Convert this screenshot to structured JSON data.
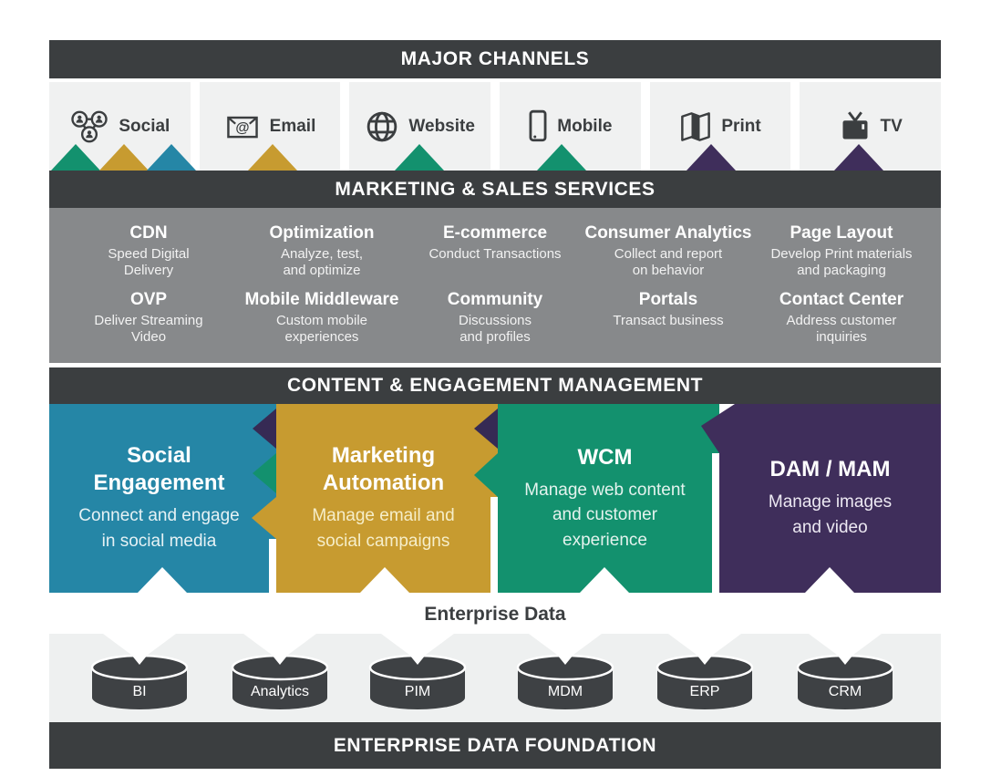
{
  "palette": {
    "charcoal": "#3b3e40",
    "panel_gray": "#87898b",
    "tile_gray": "#f0f1f1",
    "band_gray": "#eef0f0",
    "cylinder": "#3e4144",
    "white": "#ffffff",
    "green": "#13916e",
    "gold": "#c79b30",
    "blue": "#2586a6",
    "purple": "#3f2e5b",
    "accent_purple": "#362a54"
  },
  "channels": {
    "title": "MAJOR CHANNELS",
    "items": [
      {
        "label": "Social",
        "icon": "social-icon",
        "triangles": [
          "#13916e",
          "#c79b30",
          "#2586a6"
        ]
      },
      {
        "label": "Email",
        "icon": "email-icon",
        "triangles": [
          "#c79b30"
        ]
      },
      {
        "label": "Website",
        "icon": "website-icon",
        "triangles": [
          "#13916e"
        ]
      },
      {
        "label": "Mobile",
        "icon": "mobile-icon",
        "triangles": [
          "#13916e"
        ]
      },
      {
        "label": "Print",
        "icon": "print-icon",
        "triangles": [
          "#3f2e5b"
        ]
      },
      {
        "label": "TV",
        "icon": "tv-icon",
        "triangles": [
          "#3f2e5b"
        ]
      }
    ]
  },
  "services": {
    "title": "MARKETING & SALES SERVICES",
    "row1": [
      {
        "title": "CDN",
        "desc": "Speed Digital\nDelivery"
      },
      {
        "title": "Optimization",
        "desc": "Analyze, test,\nand optimize"
      },
      {
        "title": "E-commerce",
        "desc": "Conduct Transactions"
      },
      {
        "title": "Consumer Analytics",
        "desc": "Collect and report\non behavior"
      },
      {
        "title": "Page Layout",
        "desc": "Develop Print materials\nand packaging"
      }
    ],
    "row2": [
      {
        "title": "OVP",
        "desc": "Deliver Streaming\nVideo"
      },
      {
        "title": "Mobile Middleware",
        "desc": "Custom mobile\nexperiences"
      },
      {
        "title": "Community",
        "desc": "Discussions\nand profiles"
      },
      {
        "title": "Portals",
        "desc": "Transact business"
      },
      {
        "title": "Contact Center",
        "desc": "Address customer\ninquiries"
      }
    ]
  },
  "cem": {
    "title": "CONTENT & ENGAGEMENT MANAGEMENT",
    "blocks": [
      {
        "title": "Social\nEngagement",
        "desc": "Connect and engage\nin social media",
        "color": "#2586a6",
        "desc_color": "#e6f2f5"
      },
      {
        "title": "Marketing\nAutomation",
        "desc": "Manage email and\nsocial campaigns",
        "color": "#c79b30",
        "desc_color": "#f6eec9"
      },
      {
        "title": "WCM",
        "desc": "Manage web content\nand customer\nexperience",
        "color": "#13916e",
        "desc_color": "#e4f3ee"
      },
      {
        "title": "DAM / MAM",
        "desc": "Manage images\nand video",
        "color": "#3f2e5b",
        "desc_color": "#ece8f2"
      }
    ]
  },
  "enterprise": {
    "heading": "Enterprise Data",
    "databases": [
      "BI",
      "Analytics",
      "PIM",
      "MDM",
      "ERP",
      "CRM"
    ],
    "foundation_title": "ENTERPRISE DATA FOUNDATION"
  }
}
